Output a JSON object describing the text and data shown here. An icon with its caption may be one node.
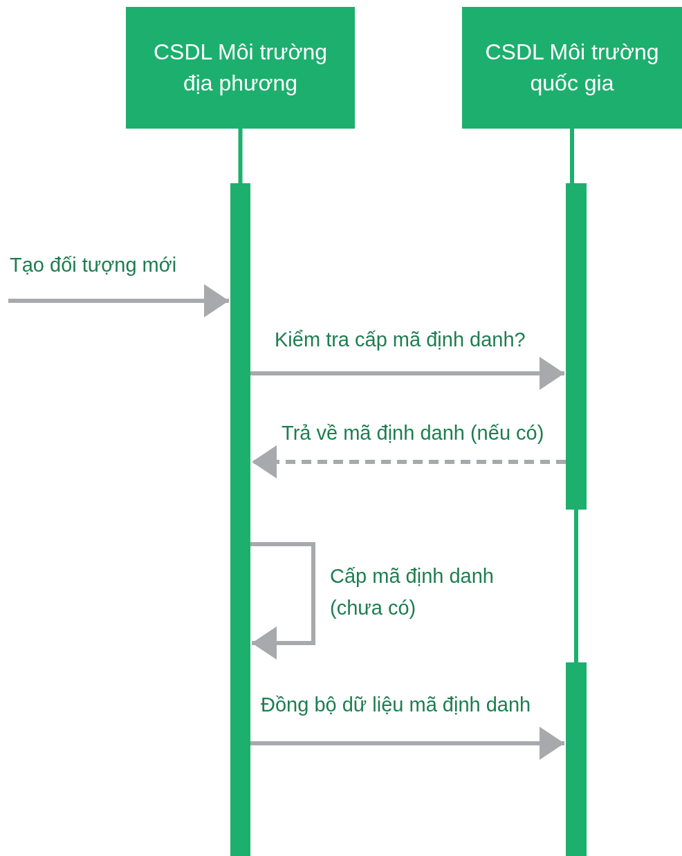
{
  "diagram": {
    "nodes": [
      {
        "text": [
          "CSDL Môi trường địa phương"
        ]
      },
      {
        "text": [
          "CSDL Môi trường quốc gia"
        ]
      },
      {
        "text": [],
        "shape": "bar"
      },
      {
        "text": [],
        "shape": "bar"
      },
      {
        "text": [],
        "shape": "bar"
      }
    ],
    "edges": [
      {
        "from": 0,
        "to": 2,
        "arrow": "none",
        "color": "#1daf6e"
      },
      {
        "from": 1,
        "to": 3,
        "arrow": "none",
        "color": "#1daf6e"
      },
      {
        "from": 3,
        "to": 4,
        "arrow": "none",
        "color": "#1daf6e"
      },
      {
        "from": null,
        "to": 2,
        "arrow": "to",
        "label": "Tạo đối tượng mới"
      },
      {
        "from": 2,
        "to": 3,
        "arrow": "to",
        "label": "Kiểm tra cấp mã định danh?"
      },
      {
        "from": 3,
        "to": 2,
        "arrow": "to",
        "label": "Trả về mã định danh (nếu có)",
        "style": "dashed"
      },
      {
        "from": 2,
        "to": 2,
        "arrow": "to",
        "label": "Cấp mã định danh (chưa có)"
      },
      {
        "from": 2,
        "to": 4,
        "arrow": "to",
        "label": "Đồng bộ dữ liệu mã định danh"
      }
    ]
  }
}
